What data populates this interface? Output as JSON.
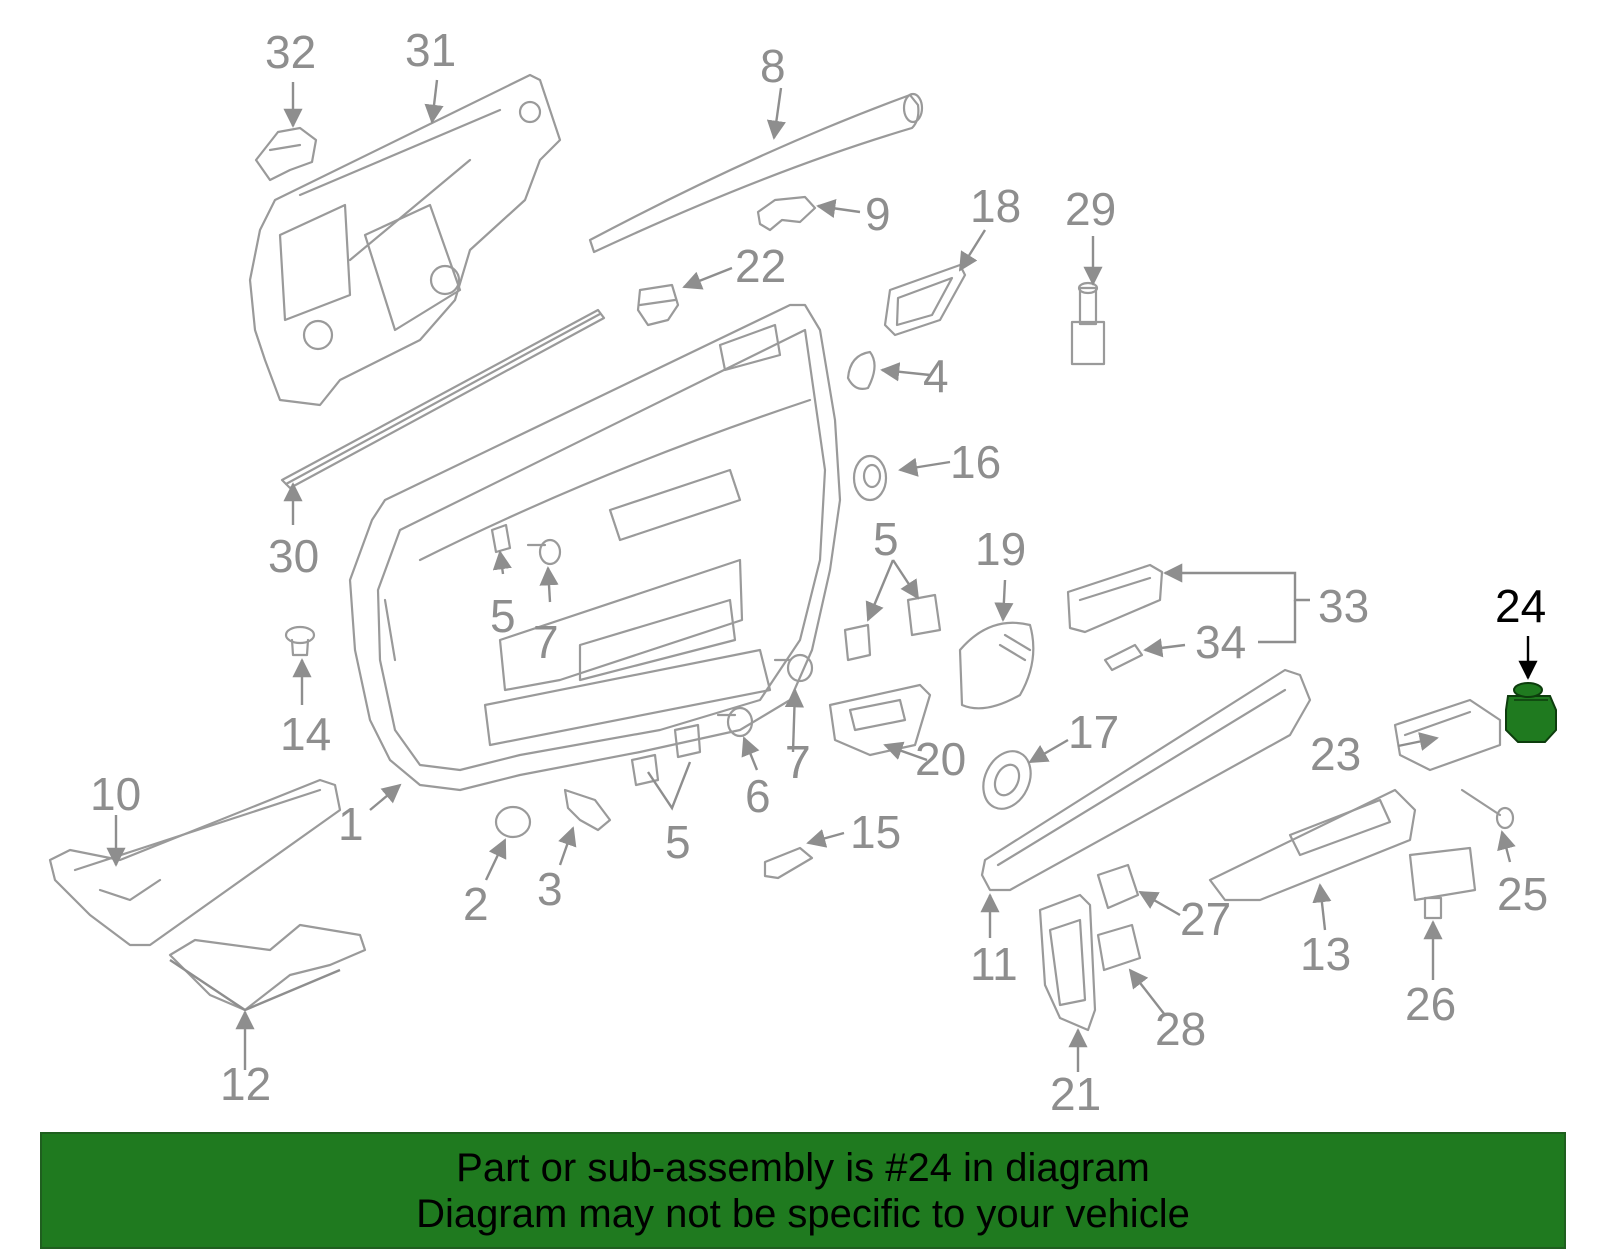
{
  "colors": {
    "line_gray": "#9a9a9a",
    "highlight_part": "#1f7a1f",
    "banner_bg": "#1f7a1f",
    "banner_text": "#000000"
  },
  "diagram": {
    "highlighted_callout": "24",
    "callouts": [
      "32",
      "31",
      "8",
      "9",
      "22",
      "18",
      "29",
      "4",
      "16",
      "30",
      "5",
      "7",
      "5",
      "19",
      "33",
      "24",
      "34",
      "14",
      "7",
      "20",
      "17",
      "23",
      "10",
      "1",
      "6",
      "7",
      "2",
      "3",
      "5",
      "15",
      "25",
      "11",
      "27",
      "13",
      "21",
      "28",
      "26",
      "12"
    ]
  },
  "banner": {
    "line1": "Part or sub-assembly is #24 in diagram",
    "line2": "Diagram may not be specific to your vehicle"
  }
}
